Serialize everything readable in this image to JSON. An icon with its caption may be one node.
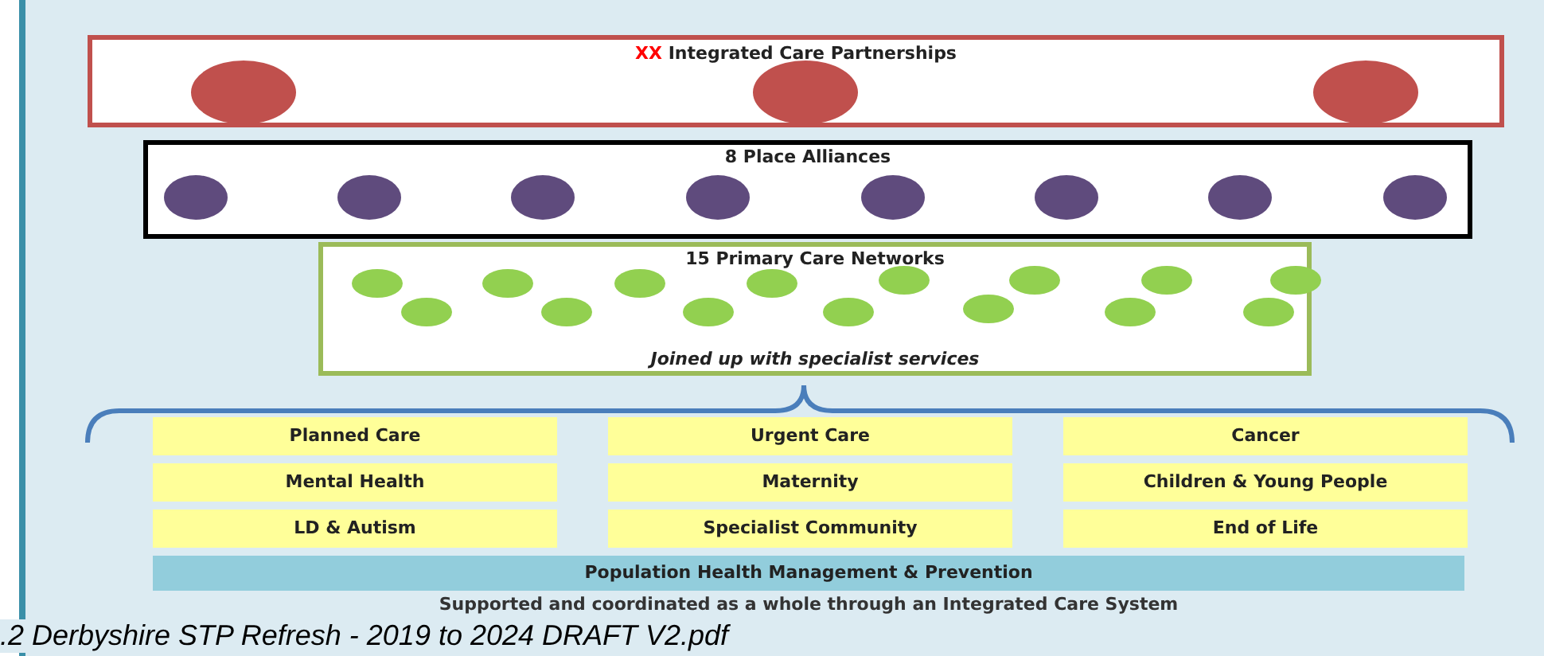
{
  "diagram": {
    "caption": ".2 Derbyshire STP Refresh - 2019 to 2024 DRAFT V2.pdf",
    "nodes": [
      {
        "text": [
          "XX",
          "Integrated Care Partnerships"
        ]
      },
      {
        "text": [],
        "shape": "circle",
        "in": 0
      },
      {
        "text": [],
        "shape": "circle",
        "in": 0
      },
      {
        "text": [],
        "shape": "circle",
        "in": 0
      },
      {
        "text": [
          "8 Place Alliances"
        ]
      },
      {
        "text": [],
        "shape": "circle",
        "in": 4
      },
      {
        "text": [],
        "shape": "circle",
        "in": 4
      },
      {
        "text": [],
        "shape": "circle",
        "in": 4
      },
      {
        "text": [],
        "shape": "circle",
        "in": 4
      },
      {
        "text": [],
        "shape": "circle",
        "in": 4
      },
      {
        "text": [],
        "shape": "circle",
        "in": 4
      },
      {
        "text": [],
        "shape": "circle",
        "in": 4
      },
      {
        "text": [],
        "shape": "circle",
        "in": 4
      },
      {
        "text": [
          "15 Primary Care Networks",
          "Joined up with specialist services"
        ]
      },
      {
        "text": [],
        "shape": "circle",
        "in": 13
      },
      {
        "text": [],
        "shape": "circle",
        "in": 13
      },
      {
        "text": [],
        "shape": "circle",
        "in": 13
      },
      {
        "text": [],
        "shape": "circle",
        "in": 13
      },
      {
        "text": [],
        "shape": "circle",
        "in": 13
      },
      {
        "text": [],
        "shape": "circle",
        "in": 13
      },
      {
        "text": [],
        "shape": "circle",
        "in": 13
      },
      {
        "text": [],
        "shape": "circle",
        "in": 13
      },
      {
        "text": [],
        "shape": "circle",
        "in": 13
      },
      {
        "text": [],
        "shape": "circle",
        "in": 13
      },
      {
        "text": [],
        "shape": "circle",
        "in": 13
      },
      {
        "text": [],
        "shape": "circle",
        "in": 13
      },
      {
        "text": [],
        "shape": "circle",
        "in": 13
      },
      {
        "text": [],
        "shape": "circle",
        "in": 13
      },
      {
        "text": [],
        "shape": "circle",
        "in": 13
      },
      {
        "text": [
          "Planned Care"
        ]
      },
      {
        "text": [
          "Urgent Care"
        ]
      },
      {
        "text": [
          "Cancer"
        ]
      },
      {
        "text": [
          "Mental Health"
        ]
      },
      {
        "text": [
          "Maternity"
        ]
      },
      {
        "text": [
          "Children & Young People"
        ]
      },
      {
        "text": [
          "LD & Autism"
        ]
      },
      {
        "text": [
          "Specialist Community"
        ]
      },
      {
        "text": [
          "End of Life"
        ]
      },
      {
        "text": [
          "Population Health Management & Prevention"
        ]
      }
    ],
    "labels": [
      "Supported and coordinated as a whole through an Integrated Care System"
    ]
  }
}
